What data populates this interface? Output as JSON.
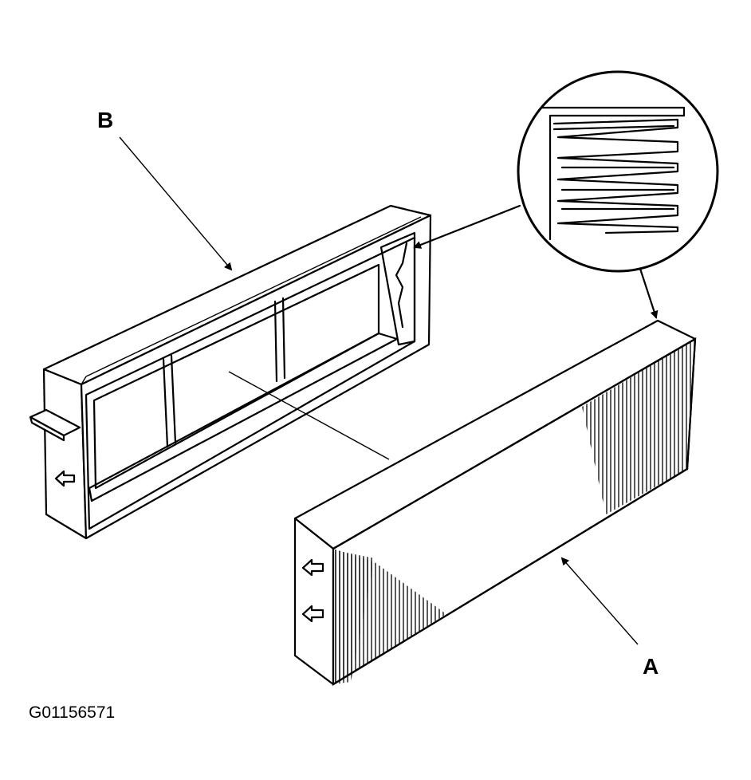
{
  "diagram": {
    "labels": {
      "a": "A",
      "b": "B"
    },
    "figure_id": "G01156571"
  }
}
